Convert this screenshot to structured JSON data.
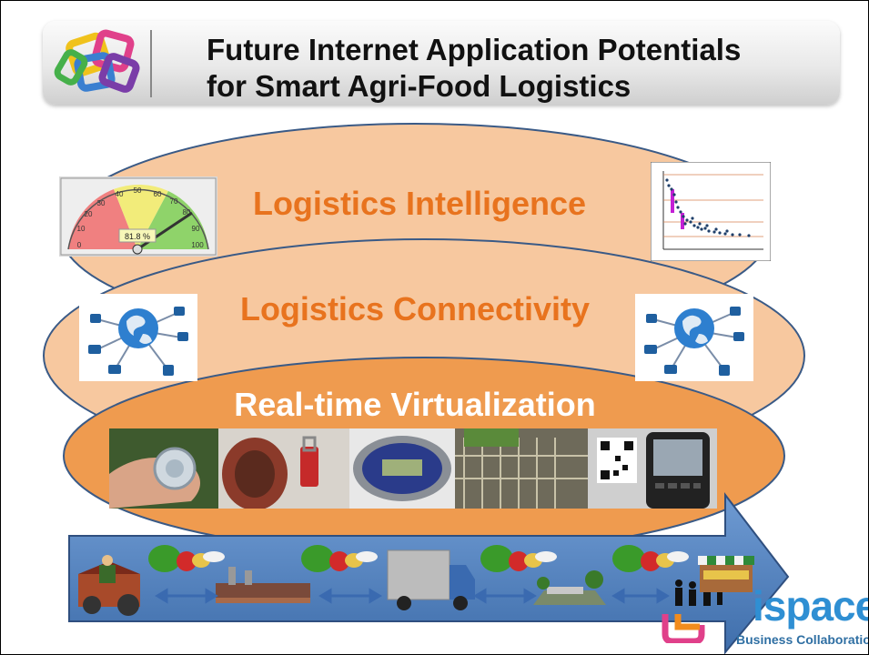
{
  "title": {
    "line1": "Future Internet Application Potentials",
    "line2": "for Smart Agri-Food Logistics"
  },
  "layers": [
    {
      "label": "Logistics Intelligence"
    },
    {
      "label": "Logistics Connectivity"
    },
    {
      "label": "Real-time Virtualization"
    }
  ],
  "gauge": {
    "value_text": "81.8 %",
    "ticks": [
      "0",
      "10",
      "20",
      "30",
      "40",
      "50",
      "60",
      "70",
      "80",
      "90",
      "100"
    ]
  },
  "supply_chain": [
    "farm-icon",
    "factory-icon",
    "truck-icon",
    "distribution-center-icon",
    "market-stall-icon"
  ],
  "footer_logo": {
    "brand": "ispace",
    "tagline": "Business Collaboratior"
  },
  "colors": {
    "layer_light": "#f7c89f",
    "layer_mid": "#f2b27c",
    "layer_dark": "#ef9b4f",
    "label_orange": "#e8731e",
    "label_white": "#ffffff",
    "arrow_blue": "#4f7fbd",
    "brand_blue": "#2f8fd3",
    "brand_orange": "#f28c1e"
  }
}
